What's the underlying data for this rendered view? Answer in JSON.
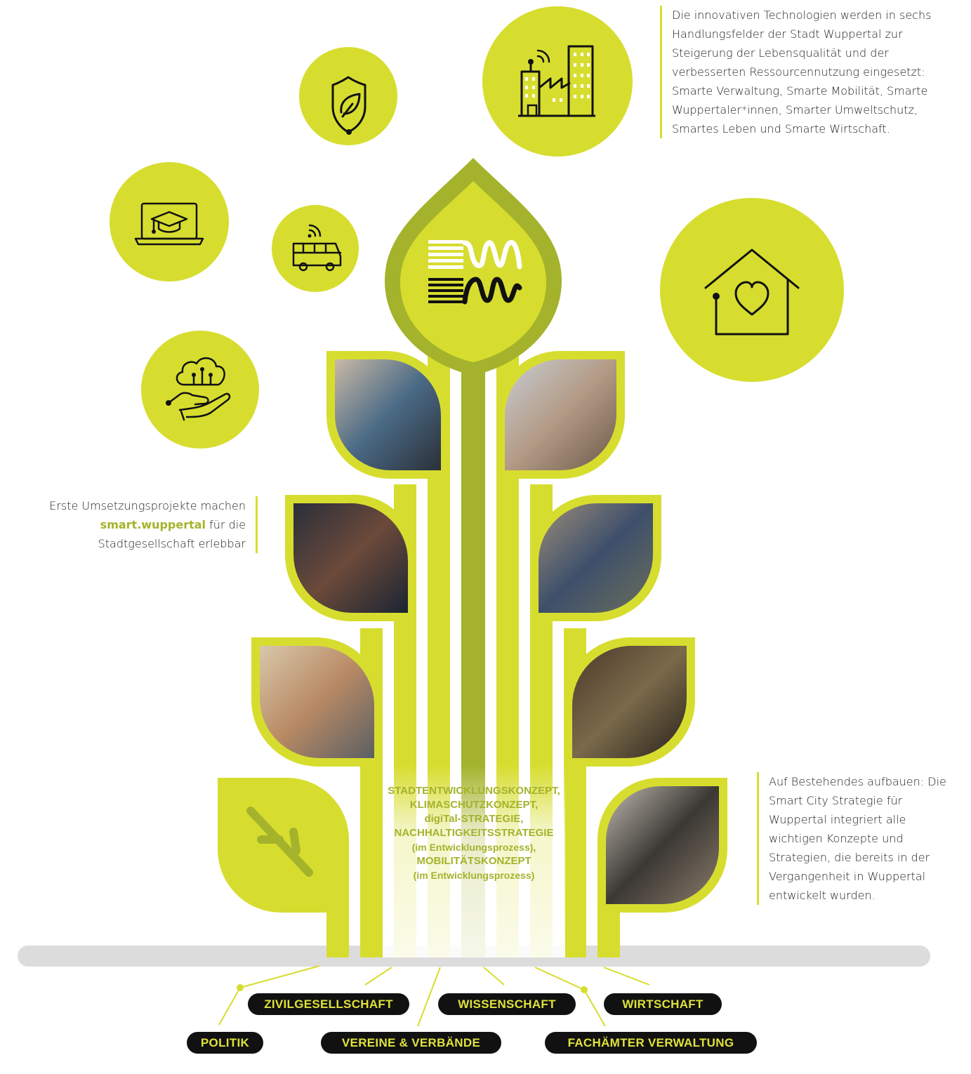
{
  "colors": {
    "lime": "#d7dd2f",
    "olive": "#a4b32b",
    "dark": "#111111",
    "ground": "#dcdcdc"
  },
  "icons": [
    {
      "name": "laptop-graduation-icon"
    },
    {
      "name": "bus-wifi-icon"
    },
    {
      "name": "shield-leaf-icon"
    },
    {
      "name": "smart-city-buildings-icon"
    },
    {
      "name": "house-heart-icon"
    },
    {
      "name": "cloud-hand-icon"
    }
  ],
  "intro_text": "Die innovativen Technologien werden in sechs Handlungsfelder der Stadt Wuppertal zur Steigerung der Lebensqualität und der verbesserten Ressourcennutzung eingesetzt: Smarte Verwaltung, Smarte Mobilität, Smarte Wuppertaler*innen, Smarter Umweltschutz, Smartes Leben und Smarte Wirtschaft.",
  "projects_text": {
    "before": "Erste Umsetzungsprojekte machen ",
    "highlight": "smart.wuppertal",
    "after": " für die Stadtgesellschaft erlebbar"
  },
  "foundation_text": "Auf Bestehendes aufbauen: Die Smart City Strategie für Wuppertal integriert alle wichtigen Konzepte und Strategien, die bereits in der Vergangenheit in Wuppertal entwickelt wurden.",
  "concepts": [
    {
      "label": "STADTENTWICKLUNGSKONZEPT,",
      "note": ""
    },
    {
      "label": "KLIMASCHUTZKONZEPT,",
      "note": ""
    },
    {
      "label": "digiTal-STRATEGIE,",
      "note": ""
    },
    {
      "label": "NACHHALTIGKEITSSTRATEGIE",
      "note": "(im Entwicklungsprozess),"
    },
    {
      "label": "MOBILITÄTSKONZEPT",
      "note": "(im Entwicklungsprozess)"
    }
  ],
  "stakeholders": [
    "ZIVILGESELLSCHAFT",
    "WISSENSCHAFT",
    "WIRTSCHAFT",
    "POLITIK",
    "VEREINE & VERBÄNDE",
    "FACHÄMTER VERWALTUNG"
  ]
}
